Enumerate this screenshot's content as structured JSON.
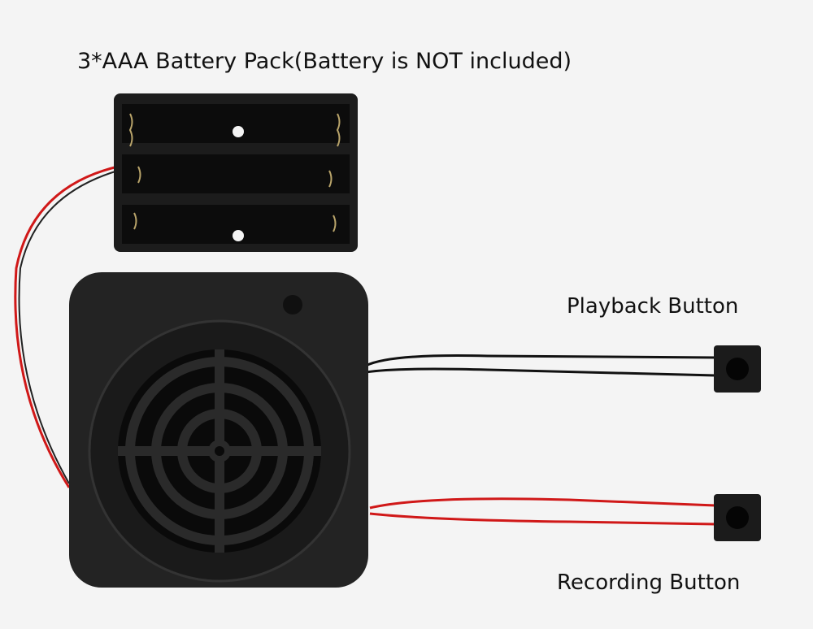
{
  "title": "3*AAA Battery Pack(Battery is NOT included)",
  "labels": {
    "playback": "Playback Button",
    "recording": "Recording Button"
  },
  "colors": {
    "background": "#f4f4f4",
    "device": "#1e1e1e",
    "wire_red": "#d01818",
    "wire_black": "#111111"
  }
}
